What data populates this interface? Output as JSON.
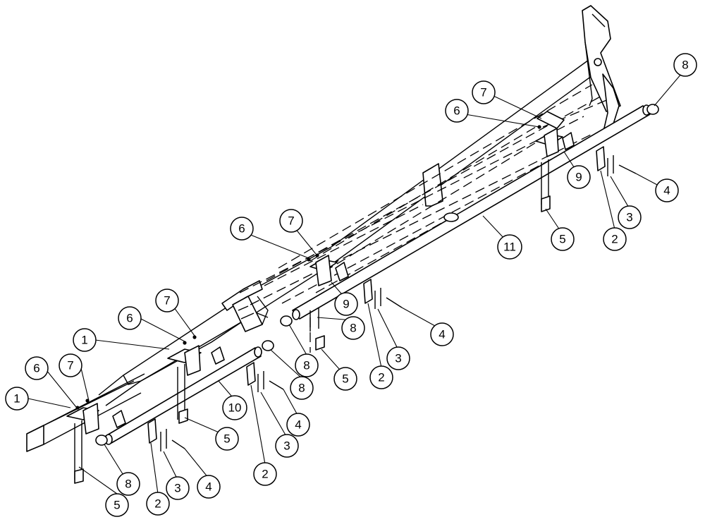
{
  "callouts": [
    {
      "id": "c1",
      "label": "1"
    },
    {
      "id": "c2",
      "label": "1"
    },
    {
      "id": "c3",
      "label": "2"
    },
    {
      "id": "c4",
      "label": "2"
    },
    {
      "id": "c5",
      "label": "2"
    },
    {
      "id": "c6",
      "label": "2"
    },
    {
      "id": "c7",
      "label": "3"
    },
    {
      "id": "c8",
      "label": "3"
    },
    {
      "id": "c9",
      "label": "3"
    },
    {
      "id": "c10",
      "label": "3"
    },
    {
      "id": "c11",
      "label": "4"
    },
    {
      "id": "c12",
      "label": "4"
    },
    {
      "id": "c13",
      "label": "4"
    },
    {
      "id": "c14",
      "label": "4"
    },
    {
      "id": "c15",
      "label": "5"
    },
    {
      "id": "c16",
      "label": "5"
    },
    {
      "id": "c17",
      "label": "5"
    },
    {
      "id": "c18",
      "label": "5"
    },
    {
      "id": "c19",
      "label": "6"
    },
    {
      "id": "c20",
      "label": "6"
    },
    {
      "id": "c21",
      "label": "6"
    },
    {
      "id": "c22",
      "label": "6"
    },
    {
      "id": "c23",
      "label": "7"
    },
    {
      "id": "c24",
      "label": "7"
    },
    {
      "id": "c25",
      "label": "7"
    },
    {
      "id": "c26",
      "label": "7"
    },
    {
      "id": "c27",
      "label": "8"
    },
    {
      "id": "c28",
      "label": "8"
    },
    {
      "id": "c29",
      "label": "8"
    },
    {
      "id": "c30",
      "label": "8"
    },
    {
      "id": "c31",
      "label": "8"
    },
    {
      "id": "c32",
      "label": "9"
    },
    {
      "id": "c33",
      "label": "9"
    },
    {
      "id": "c34",
      "label": "10"
    },
    {
      "id": "c35",
      "label": "11"
    }
  ]
}
